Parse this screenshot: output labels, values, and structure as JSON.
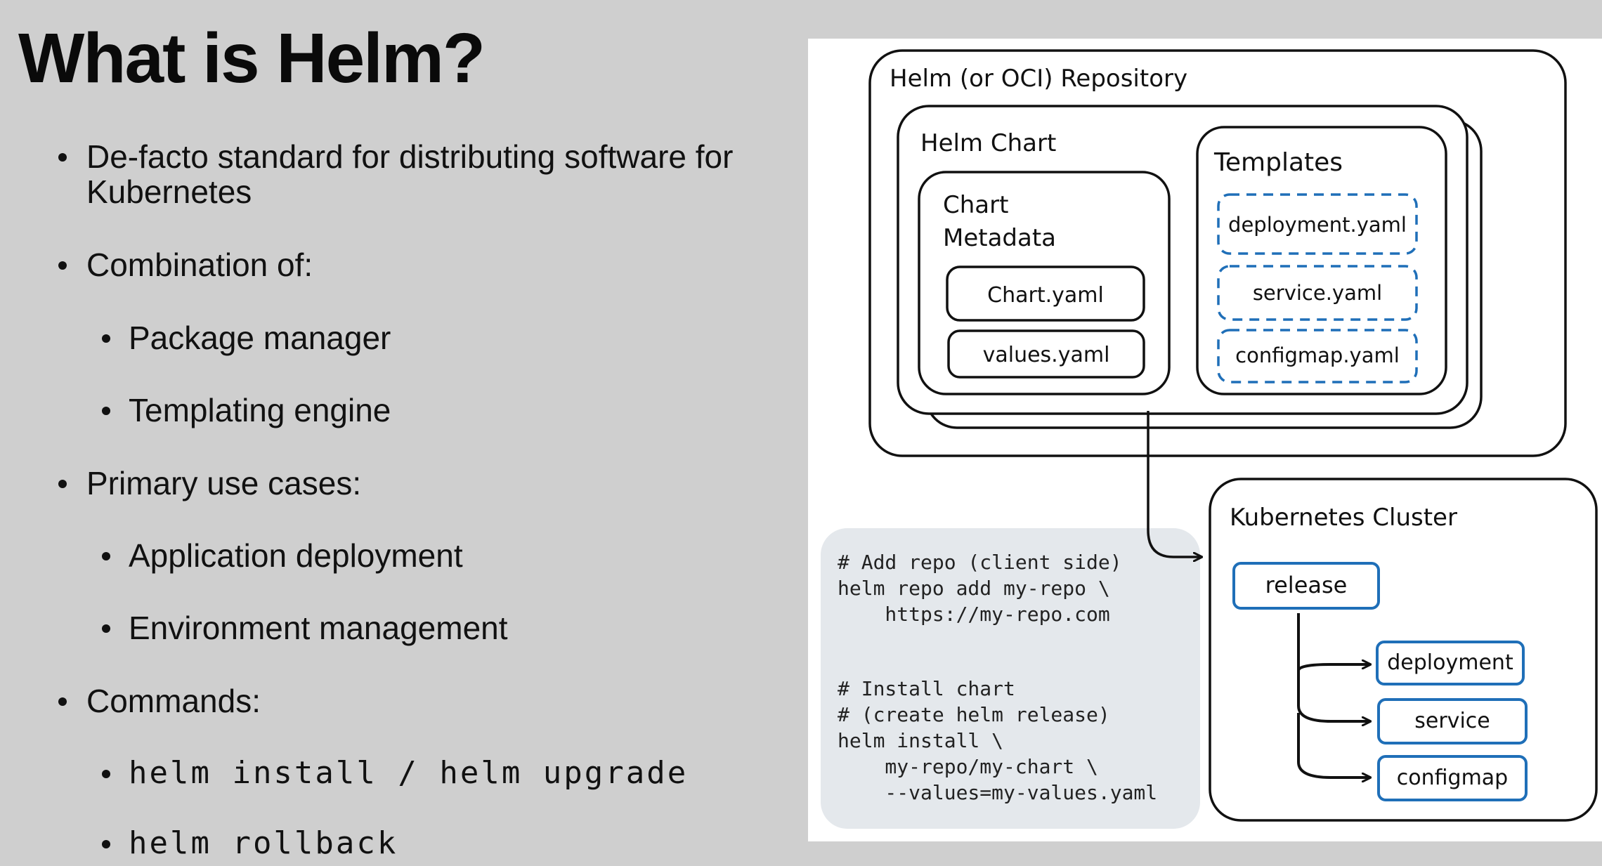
{
  "slide": {
    "title": "What is Helm?",
    "bullets": [
      {
        "text": "De-facto standard for distributing software for",
        "text2": "Kubernetes"
      },
      {
        "text": "Combination of:"
      },
      {
        "text": "Package manager"
      },
      {
        "text": "Templating engine"
      },
      {
        "text": "Primary use cases:"
      },
      {
        "text": "Application deployment"
      },
      {
        "text": "Environment management"
      },
      {
        "text": "Commands:"
      },
      {
        "text": "helm install / helm upgrade"
      },
      {
        "text": "helm rollback"
      }
    ]
  },
  "diagram": {
    "repository_label": "Helm (or OCI) Repository",
    "chart_label": "Helm Chart",
    "metadata_label_1": "Chart",
    "metadata_label_2": "Metadata",
    "chart_yaml": "Chart.yaml",
    "values_yaml": "values.yaml",
    "templates_label": "Templates",
    "template_files": [
      "deployment.yaml",
      "service.yaml",
      "configmap.yaml"
    ],
    "cluster_label": "Kubernetes Cluster",
    "release_label": "release",
    "resources": [
      "deployment",
      "service",
      "configmap"
    ],
    "code_lines": [
      "# Add repo (client side)",
      "helm repo add my-repo \\",
      "    https://my-repo.com",
      "",
      "",
      "# Install chart",
      "# (create helm release)",
      "helm install \\",
      "    my-repo/my-chart \\",
      "    --values=my-values.yaml"
    ],
    "colors": {
      "accent": "#1f6fb8",
      "ink": "#111111",
      "code_bg": "#e4e8ec"
    }
  }
}
